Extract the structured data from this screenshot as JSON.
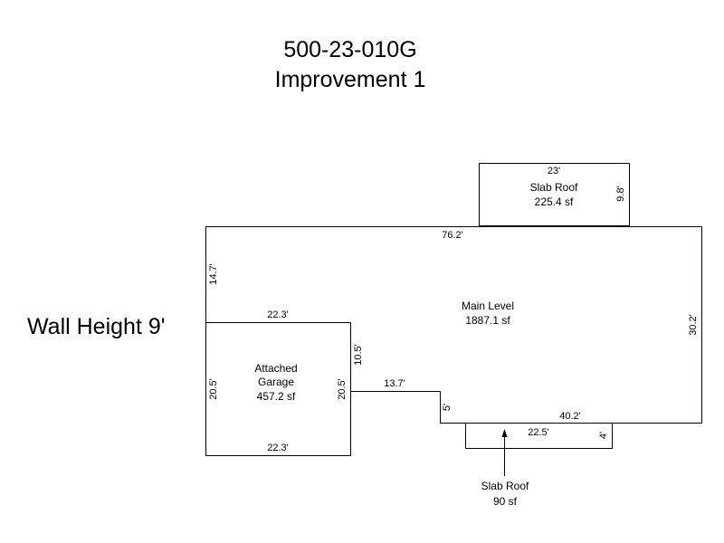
{
  "header": {
    "parcel_id": "500-23-010G",
    "improvement": "Improvement 1"
  },
  "wall_height": "Wall Height 9'",
  "areas": {
    "slab_roof_top": {
      "name": "Slab Roof",
      "area": "225.4 sf"
    },
    "main_level": {
      "name": "Main Level",
      "area": "1887.1 sf"
    },
    "garage": {
      "name_line1": "Attached",
      "name_line2": "Garage",
      "area": "457.2 sf"
    },
    "slab_roof_bottom": {
      "name": "Slab Roof",
      "area": "90 sf"
    }
  },
  "dimensions": {
    "slab_top_width": "23'",
    "slab_top_depth": "9.8'",
    "main_top": "76.2'",
    "main_left": "14.7'",
    "main_right": "30.2'",
    "garage_top": "22.3'",
    "garage_bottom": "22.3'",
    "garage_left": "20.5'",
    "garage_right": "20.5'",
    "notch_right": "10.5'",
    "step_horizontal": "13.7'",
    "step_vertical": "5'",
    "main_bottom": "40.2'",
    "slab_bottom_width": "22.5'",
    "slab_bottom_depth": "4'"
  }
}
